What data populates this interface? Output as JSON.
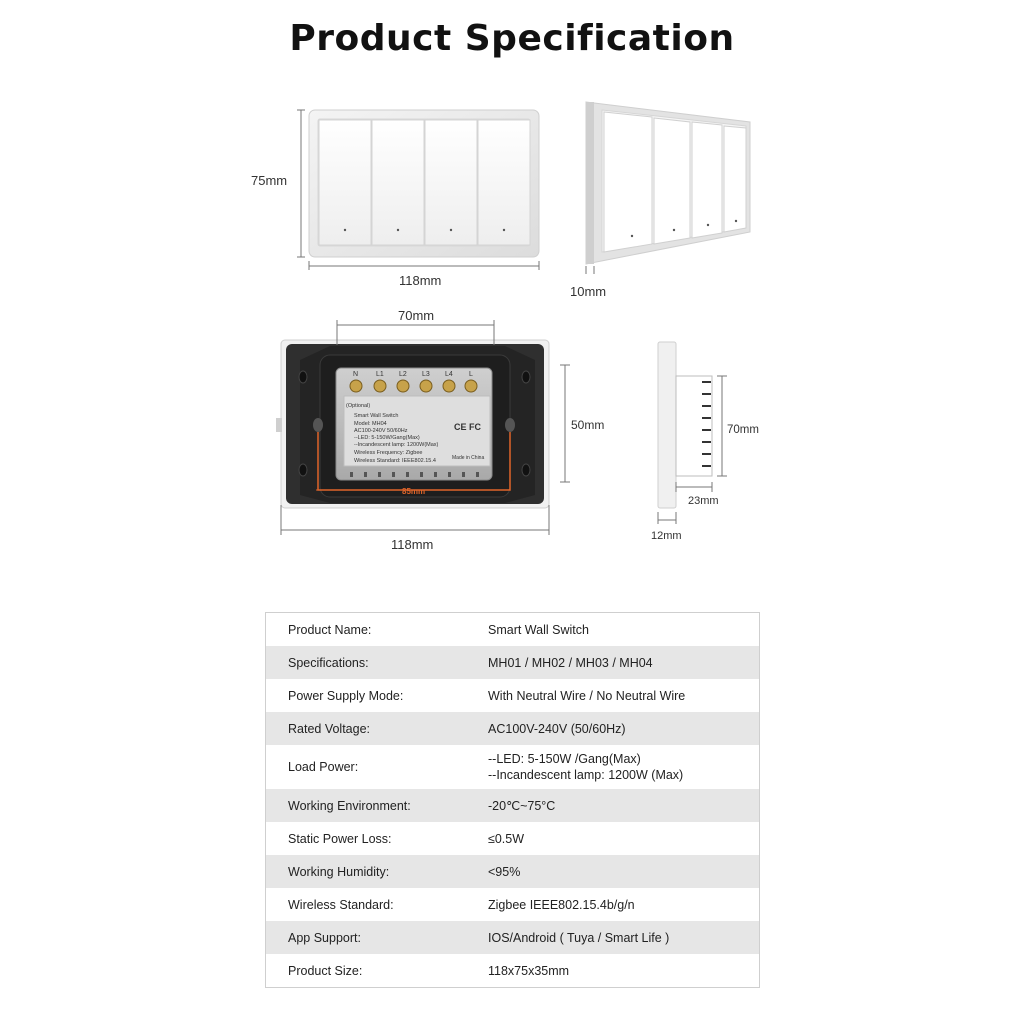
{
  "title": "Product Specification",
  "dimensions": {
    "front_height": "75mm",
    "front_width": "118mm",
    "side_depth": "10mm",
    "back_top_width": "70mm",
    "back_right_height": "50mm",
    "back_inner_width": "85mm",
    "back_bottom_width": "118mm",
    "profile_height": "70mm",
    "profile_depth": "23mm",
    "profile_plate": "12mm"
  },
  "module_label": {
    "terminals": [
      "N",
      "L1",
      "L2",
      "L3",
      "L4",
      "L"
    ],
    "optional": "(Optional)",
    "lines": [
      "Smart Wall Switch",
      "Model: MH04",
      "AC100-240V 50/60Hz",
      "--LED: 5-150W/Gang(Max)",
      "--Incandescent lamp: 1200W(Max)",
      "Wireless Frequency: Zigbee",
      "Wireless Standard: IEEE802.15.4"
    ],
    "cert": "CE FC",
    "made_in": "Made in China"
  },
  "specs": [
    {
      "key": "Product Name:",
      "value": [
        "Smart Wall Switch"
      ]
    },
    {
      "key": "Specifications:",
      "value": [
        "MH01 / MH02 / MH03 / MH04"
      ]
    },
    {
      "key": "Power Supply Mode:",
      "value": [
        "With Neutral Wire / No Neutral Wire"
      ]
    },
    {
      "key": "Rated Voltage:",
      "value": [
        "AC100V-240V (50/60Hz)"
      ]
    },
    {
      "key": "Load Power:",
      "value": [
        "--LED: 5-150W /Gang(Max)",
        "--Incandescent lamp: 1200W (Max)"
      ]
    },
    {
      "key": "Working Environment:",
      "value": [
        "-20℃~75°C"
      ]
    },
    {
      "key": "Static Power Loss:",
      "value": [
        "≤0.5W"
      ]
    },
    {
      "key": "Working Humidity:",
      "value": [
        "<95%"
      ]
    },
    {
      "key": "Wireless Standard:",
      "value": [
        "Zigbee IEEE802.15.4b/g/n"
      ]
    },
    {
      "key": "App Support:",
      "value": [
        "IOS/Android ( Tuya / Smart Life )"
      ]
    },
    {
      "key": "Product Size:",
      "value": [
        "118x75x35mm"
      ]
    }
  ]
}
